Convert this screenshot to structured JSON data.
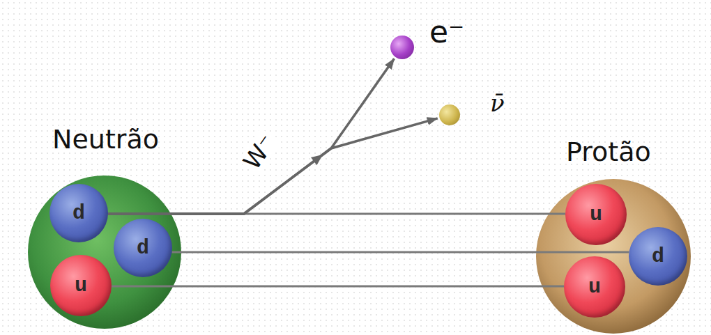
{
  "diagram": {
    "nodes": [
      {
        "text": [
          "Neutrão"
        ]
      },
      {
        "text": [
          "d"
        ],
        "in": 0
      },
      {
        "text": [
          "d"
        ],
        "in": 0
      },
      {
        "text": [
          "u"
        ],
        "in": 0
      },
      {
        "text": [
          "e⁻"
        ]
      },
      {
        "text": [
          "ν̄"
        ]
      },
      {
        "text": [
          "Protão"
        ]
      },
      {
        "text": [
          "u"
        ],
        "in": 6
      },
      {
        "text": [
          "d"
        ],
        "in": 6
      },
      {
        "text": [
          "u"
        ],
        "in": 6
      }
    ],
    "edges": [
      {
        "from": 1,
        "to": 7,
        "arrow": "none"
      },
      {
        "from": 2,
        "to": 8,
        "arrow": "none"
      },
      {
        "from": 3,
        "to": 9,
        "arrow": "none"
      },
      {
        "from": 1,
        "to": 4,
        "arrow": "to",
        "label": "W⁻"
      },
      {
        "from": 1,
        "to": 5,
        "arrow": "to"
      }
    ]
  }
}
